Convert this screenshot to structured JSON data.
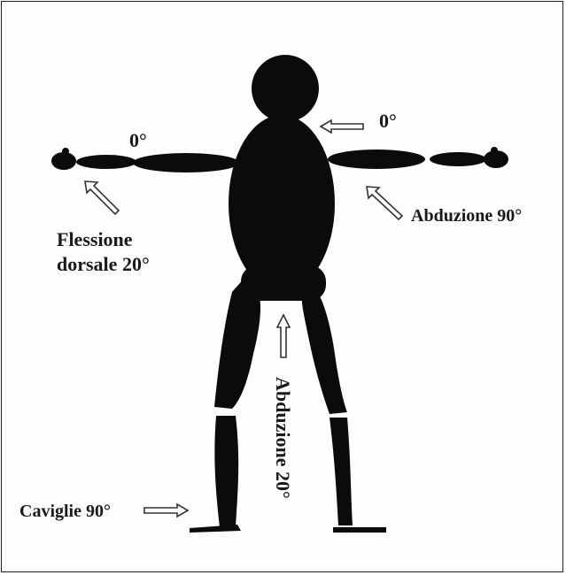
{
  "colors": {
    "figure": "#0b0b0b",
    "text": "#1a1a1a",
    "arrow_fill": "#ffffff",
    "arrow_stroke": "#333333",
    "frame": "#222222"
  },
  "labels": {
    "neck": "0°",
    "wrist_left": "0°",
    "abduzione_arm": "Abduzione 90°",
    "flessione_line1": "Flessione",
    "flessione_line2": "dorsale 20°",
    "abduzione_legs": "Abduzione 20°",
    "caviglie": "Caviglie 90°"
  }
}
